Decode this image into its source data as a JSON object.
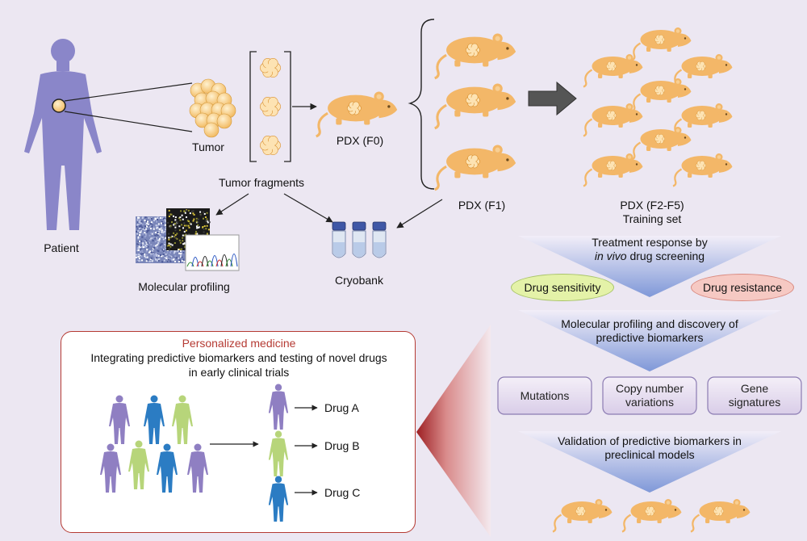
{
  "labels": {
    "patient": "Patient",
    "tumor": "Tumor",
    "tumor_fragments": "Tumor fragments",
    "pdx_f0": "PDX (F0)",
    "pdx_f1": "PDX (F1)",
    "pdx_f2_f5": "PDX (F2-F5)",
    "training_set": "Training set",
    "molecular_profiling": "Molecular profiling",
    "cryobank": "Cryobank"
  },
  "funnel": {
    "step1_line1": "Treatment response by",
    "step1_line2_italic": "in vivo",
    "step1_line2_rest": " drug screening",
    "sensitivity": "Drug sensitivity",
    "resistance": "Drug resistance",
    "step2_line1": "Molecular profiling and discovery of",
    "step2_line2": "predictive biomarkers",
    "box_mutations": "Mutations",
    "box_cnv_line1": "Copy number",
    "box_cnv_line2": "variations",
    "box_gene_line1": "Gene",
    "box_gene_line2": "signatures",
    "step3_line1": "Validation of predictive biomarkers in",
    "step3_line2": "preclinical models"
  },
  "personalized": {
    "title": "Personalized medicine",
    "subtitle_line1": "Integrating predictive biomarkers and testing of novel drugs",
    "subtitle_line2": "in early clinical trials",
    "drugs": [
      "Drug A",
      "Drug B",
      "Drug C"
    ]
  },
  "colors": {
    "background": "#ece7f2",
    "patient": "#8a86c9",
    "mouse": "#f3b768",
    "tumor": "#f8d49a",
    "funnel": "#8fa6dc",
    "box_fill": "#e6ddef",
    "box_border": "#8b7bb2",
    "sensitivity_fill": "#e4f2a8",
    "resistance_fill": "#f6c9c3",
    "accent_red": "#b53a33",
    "person_purple": "#8f7fc2",
    "person_blue": "#2b7cc3",
    "person_green": "#b7d57a",
    "arrow_gray": "#555555"
  }
}
